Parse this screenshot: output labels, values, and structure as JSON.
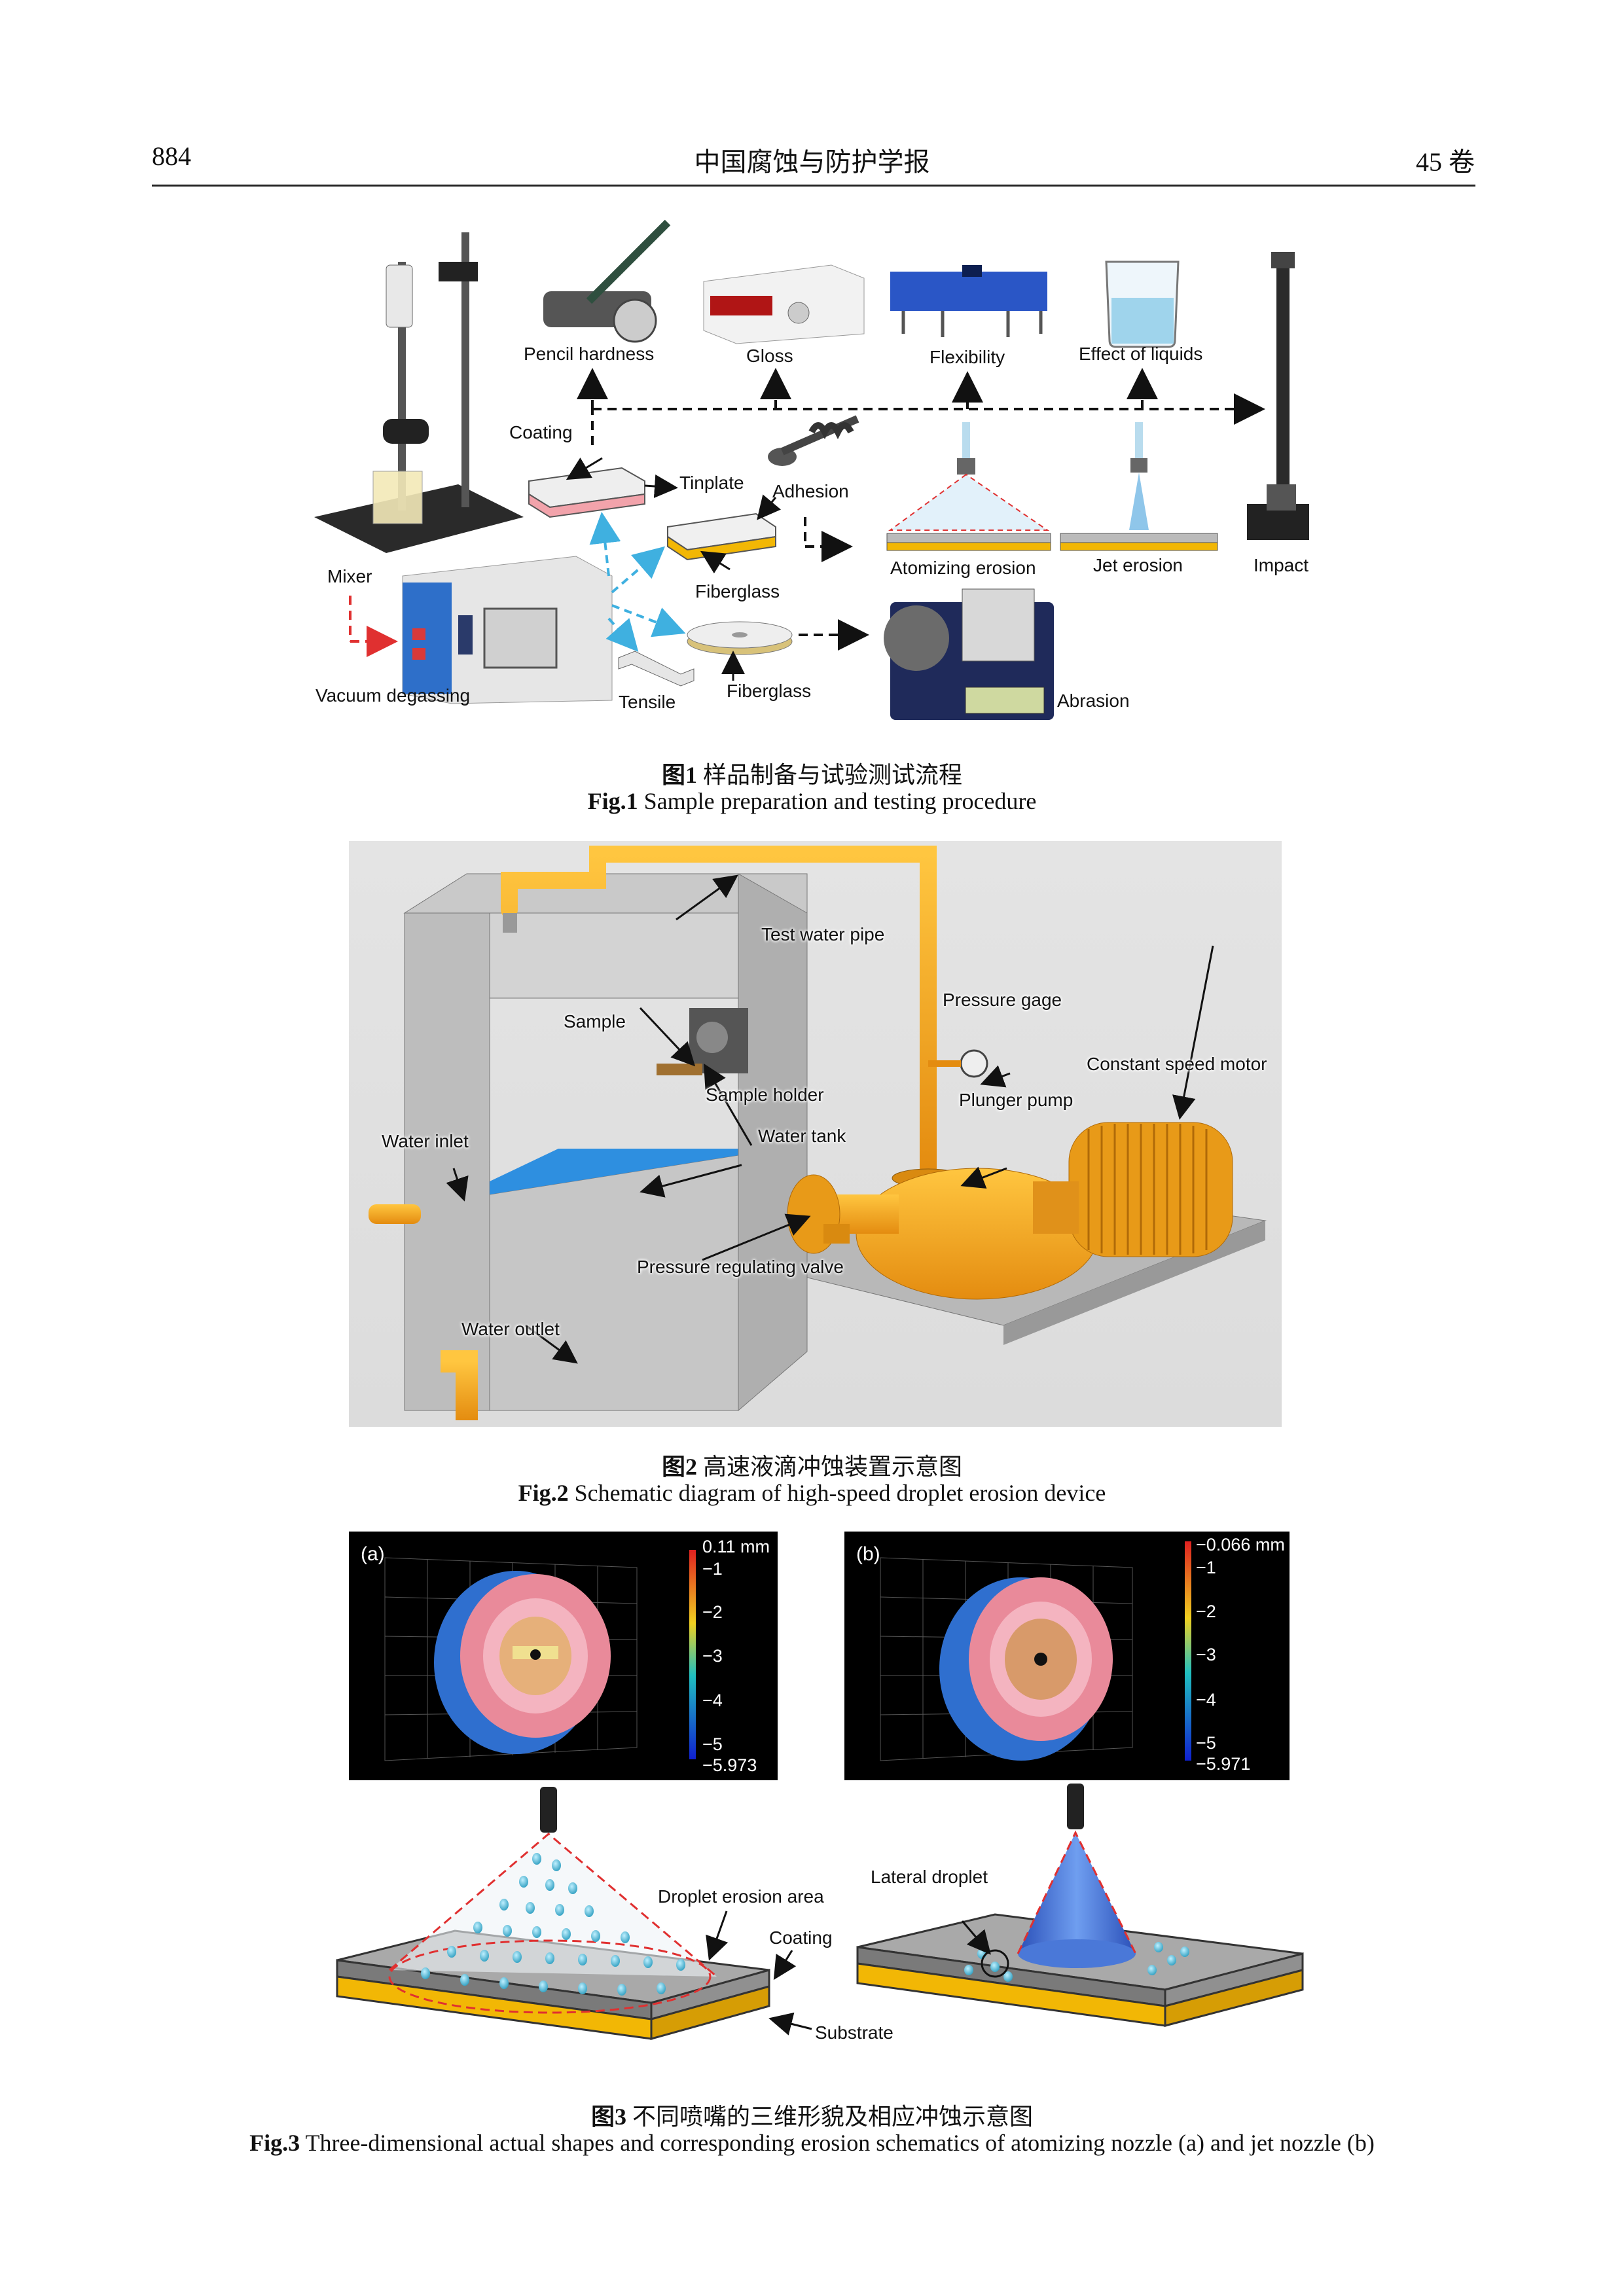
{
  "header": {
    "page_number": "884",
    "journal": "中国腐蚀与防护学报",
    "volume": "45 卷"
  },
  "fig1": {
    "labels": {
      "pencil": "Pencil hardness",
      "gloss": "Gloss",
      "flex": "Flexibility",
      "liquids": "Effect of liquids",
      "coating": "Coating",
      "tinplate": "Tinplate",
      "adhesion": "Adhesion",
      "atomizing": "Atomizing erosion",
      "jet": "Jet erosion",
      "impact": "Impact",
      "mixer": "Mixer",
      "fiberglass1": "Fiberglass",
      "fiberglass2": "Fiberglass",
      "vacuum": "Vacuum degassing",
      "tensile": "Tensile",
      "abrasion": "Abrasion"
    },
    "caption_cn_num": "图1",
    "caption_cn": "样品制备与试验测试流程",
    "caption_en_num": "Fig.1",
    "caption_en": "Sample preparation and testing procedure"
  },
  "fig2": {
    "labels": {
      "pipe": "Test water pipe",
      "gage": "Pressure gage",
      "motor": "Constant speed motor",
      "sample": "Sample",
      "holder": "Sample holder",
      "pump": "Plunger pump",
      "inlet": "Water inlet",
      "tank": "Water tank",
      "valve": "Pressure regulating valve",
      "outlet": "Water outlet"
    },
    "caption_cn_num": "图2",
    "caption_cn": "高速液滴冲蚀装置示意图",
    "caption_en_num": "Fig.2",
    "caption_en": "Schematic diagram of high-speed droplet erosion device"
  },
  "fig3": {
    "panel_a": {
      "tag": "(a)",
      "scale": [
        "0.11 mm",
        "−1",
        "−2",
        "−3",
        "−4",
        "−5",
        "−5.973"
      ]
    },
    "panel_b": {
      "tag": "(b)",
      "scale": [
        "−0.066 mm",
        "−1",
        "−2",
        "−3",
        "−4",
        "−5",
        "−5.971"
      ]
    },
    "labels": {
      "droplet_area": "Droplet erosion area",
      "coating": "Coating",
      "substrate": "Substrate",
      "lateral": "Lateral droplet"
    },
    "caption_cn_num": "图3",
    "caption_cn": "不同喷嘴的三维形貌及相应冲蚀示意图",
    "caption_en_num": "Fig.3",
    "caption_en": "Three-dimensional actual shapes and corresponding erosion schematics of atomizing nozzle (a) and jet nozzle (b)"
  },
  "colors": {
    "orange": "#f0a020",
    "blue_arrow": "#3fb0e0",
    "red_arrow": "#e03030",
    "coating_grey": "#b8b8b8",
    "substrate_yellow": "#f2b705"
  }
}
